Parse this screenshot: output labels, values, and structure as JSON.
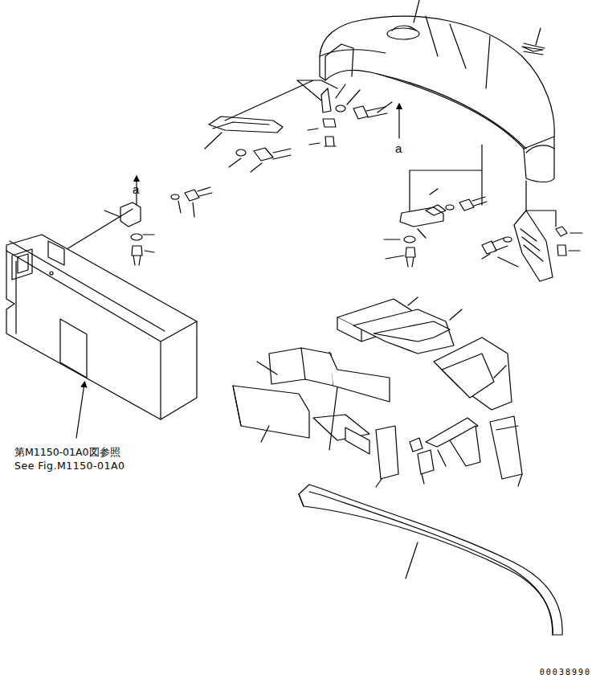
{
  "diagram": {
    "labels": [
      "a",
      "a",
      "第M1150-01A0図参照",
      "See Fig.M1150-01A0",
      "00038990"
    ]
  }
}
